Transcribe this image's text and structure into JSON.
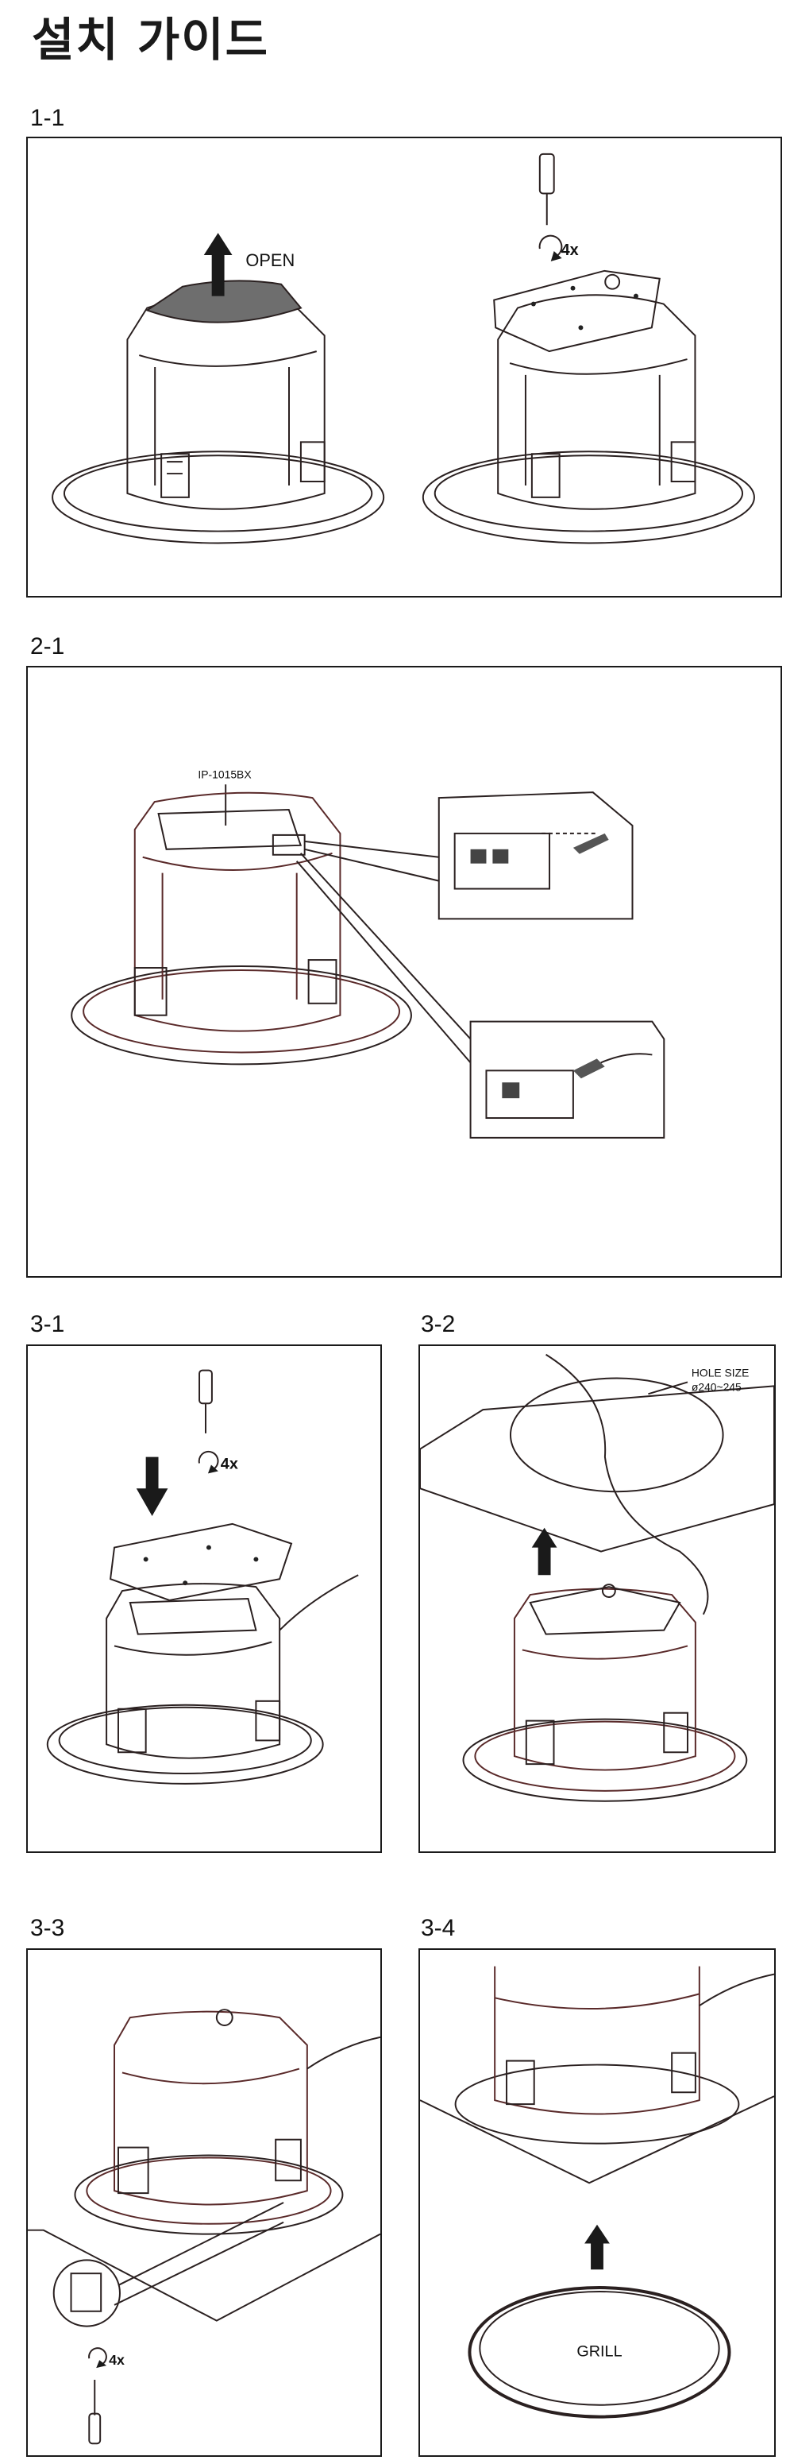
{
  "page": {
    "title": "설치 가이드"
  },
  "steps": {
    "s11": {
      "label": "1-1",
      "open_text": "OPEN",
      "count_text": "4x"
    },
    "s21": {
      "label": "2-1",
      "module_text": "IP-1015BX"
    },
    "s31": {
      "label": "3-1",
      "count_text": "4x"
    },
    "s32": {
      "label": "3-2",
      "hole_title": "HOLE SIZE",
      "hole_value": "ø240~245"
    },
    "s33": {
      "label": "3-3",
      "count_text": "4x"
    },
    "s34": {
      "label": "3-4",
      "grill_text": "GRILL"
    }
  }
}
